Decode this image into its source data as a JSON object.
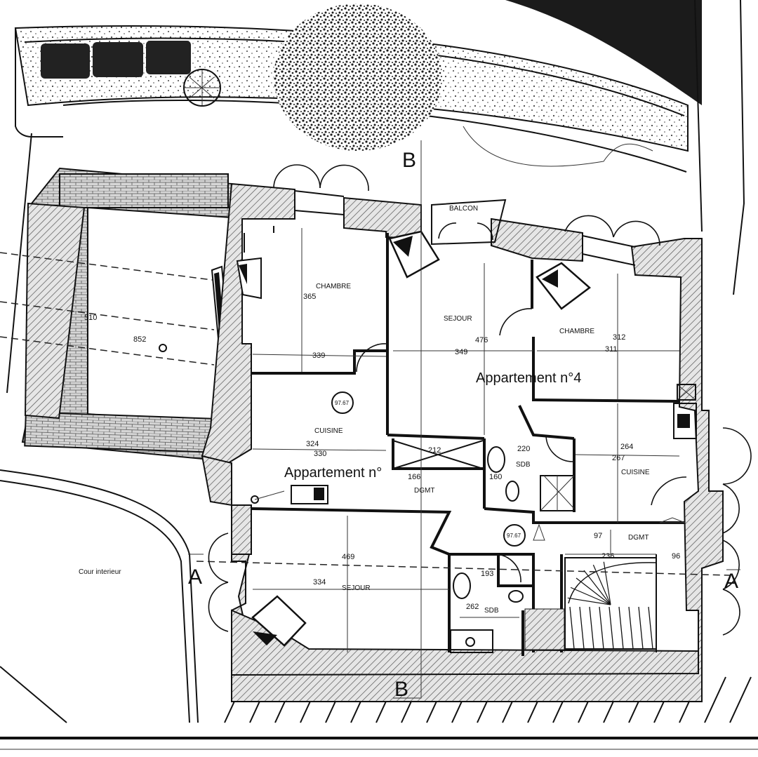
{
  "section_marks": {
    "b_top": "B",
    "b_bottom": "B",
    "a_left": "A",
    "a_right": "A"
  },
  "apartments": {
    "apt4": "Appartement n°4",
    "apt_other": "Appartement n°"
  },
  "courtyard": "Cour interieur",
  "balcony": "BALCON",
  "rooms": {
    "chambre_left": "CHAMBRE",
    "sejour_top": "SEJOUR",
    "chambre_right": "CHAMBRE",
    "cuisine_left": "CUISINE",
    "cuisine_right": "CUISINE",
    "sdb_top": "SDB",
    "dgmt_left": "DGMT",
    "dgmt_right": "DGMT",
    "sejour_bottom": "SEJOUR",
    "sdb_bottom": "SDB"
  },
  "badges": {
    "badge_1": "97.67",
    "badge_2": "97.67"
  },
  "dimensions": {
    "d510": "510",
    "d852": "852",
    "d365": "365",
    "d339": "339",
    "d476": "476",
    "d349": "349",
    "d312": "312",
    "d311": "311",
    "d324": "324",
    "d330": "330",
    "d212": "212",
    "d166": "166",
    "d220": "220",
    "d160": "160",
    "d264": "264",
    "d267": "267",
    "d469": "469",
    "d334": "334",
    "d193": "193",
    "d262": "262",
    "d97": "97",
    "d236": "236",
    "d96": "96"
  }
}
